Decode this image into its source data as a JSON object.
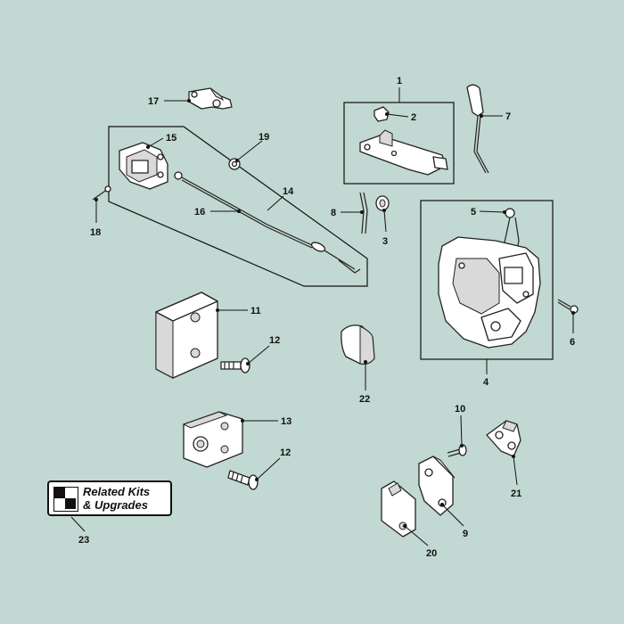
{
  "diagram": {
    "background_color": "#c2d8d2",
    "callouts": {
      "c1": "1",
      "c2": "2",
      "c3": "3",
      "c4": "4",
      "c5": "5",
      "c6": "6",
      "c7": "7",
      "c8": "8",
      "c9": "9",
      "c10": "10",
      "c11": "11",
      "c12a": "12",
      "c12b": "12",
      "c13": "13",
      "c14": "14",
      "c15": "15",
      "c16": "16",
      "c17": "17",
      "c18": "18",
      "c19": "19",
      "c20": "20",
      "c21": "21",
      "c22": "22",
      "c23": "23"
    },
    "kit_button": {
      "line1": "Related Kits",
      "line2": "& Upgrades",
      "icon": "checkered-flag-icon"
    }
  }
}
